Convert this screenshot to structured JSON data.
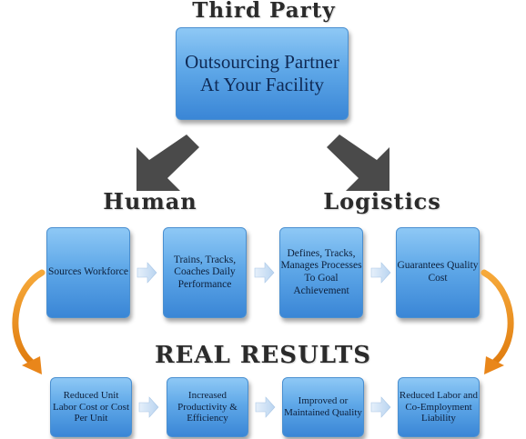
{
  "headings": {
    "top": "Third Party",
    "human": "Human",
    "logistics": "Logistics",
    "results": "REAL RESULTS"
  },
  "top_box": "Outsourcing Partner At Your Facility",
  "process_steps": [
    "Sources Workforce",
    "Trains, Tracks, Coaches Daily Performance",
    "Defines, Tracks, Manages Processes To Goal Achievement",
    "Guarantees Quality Cost"
  ],
  "results": [
    "Reduced Unit Labor Cost or Cost Per Unit",
    "Increased Productivity & Efficiency",
    "Improved or Maintained Quality",
    "Reduced Labor and Co-Employment Liability"
  ],
  "colors": {
    "box_top": "#8ec8f5",
    "box_bottom": "#3a86d6",
    "dark_arrow": "#4a4a4a",
    "curve_arrow": "#f0941e",
    "chevron": "#cfe2f7"
  }
}
